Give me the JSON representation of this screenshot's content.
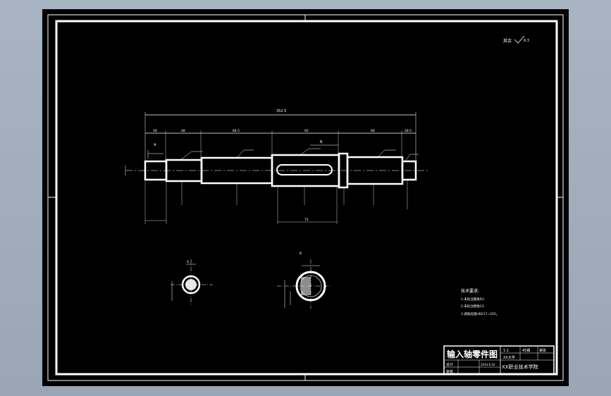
{
  "drawing": {
    "title": "输入轴零件图",
    "roughness_note": "其余",
    "roughness_value": "6.3",
    "tech_requirements": {
      "heading": "技术要求:",
      "items": [
        "1.未标注圆角R2.",
        "2.未标注倒角C2.",
        "3.调质处理HB217~255。"
      ]
    },
    "title_block": {
      "drawn_by_label": "设计",
      "checked_by_label": "审核",
      "date": "2014.6.10",
      "scale": "1:1",
      "school": "XX大学",
      "material_label": "45钢",
      "company": "XX职业技术学院",
      "sheet_label": "第张"
    },
    "dimensions": {
      "overall_length": "352.5",
      "segments": [
        "28",
        "48",
        "84.5",
        "92",
        "68",
        "28.5"
      ],
      "keyway_length": "72"
    },
    "section_labels": [
      "A",
      "B"
    ]
  }
}
